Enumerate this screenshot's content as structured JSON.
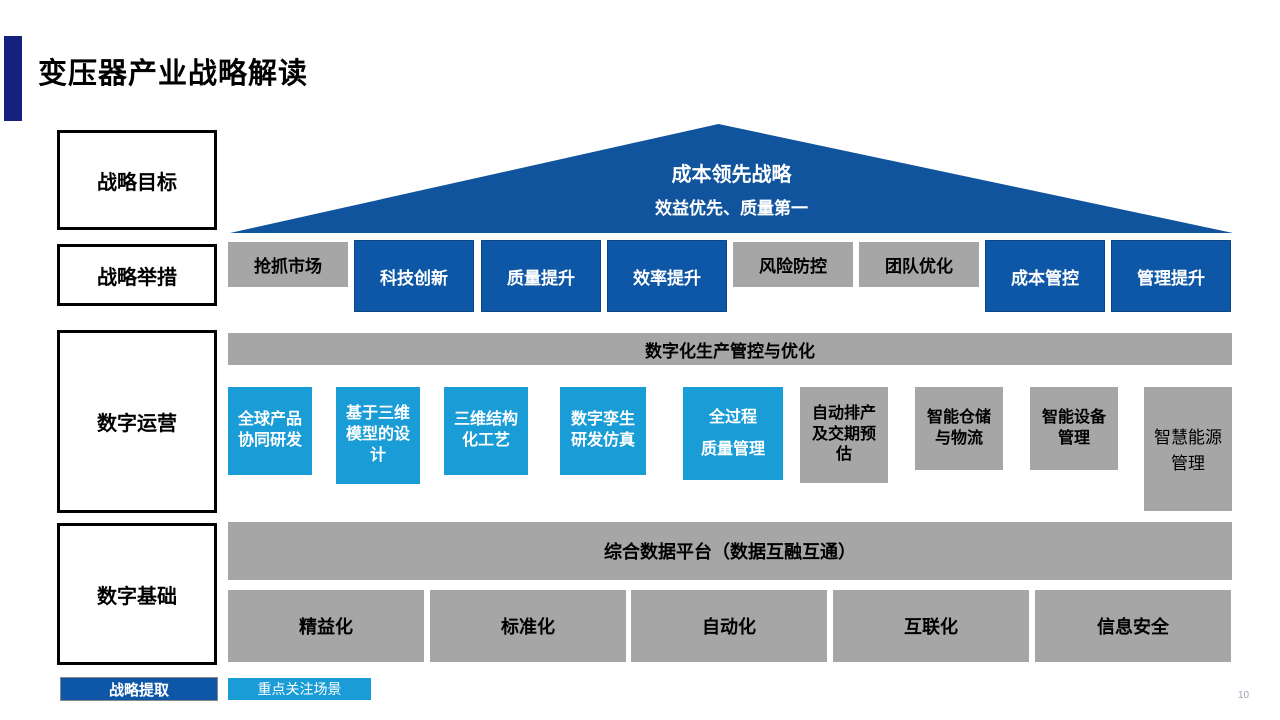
{
  "page": {
    "title": "变压器产业战略解读",
    "page_number": "10"
  },
  "colors": {
    "navy_accent": "#14217E",
    "pyramid_blue": "#11549E",
    "dark_blue": "#0D57A6",
    "light_blue": "#1A9CD7",
    "gray": "#A6A6A6"
  },
  "sidebar": {
    "goal": "战略目标",
    "measures": "战略举措",
    "operations": "数字运营",
    "foundation": "数字基础"
  },
  "pyramid": {
    "title": "成本领先战略",
    "subtitle": "效益优先、质量第一"
  },
  "measures": [
    {
      "label": "抢抓市场",
      "style": "gray"
    },
    {
      "label": "科技创新",
      "style": "blue"
    },
    {
      "label": "质量提升",
      "style": "blue"
    },
    {
      "label": "效率提升",
      "style": "blue"
    },
    {
      "label": "风险防控",
      "style": "gray"
    },
    {
      "label": "团队优化",
      "style": "gray"
    },
    {
      "label": "成本管控",
      "style": "blue"
    },
    {
      "label": "管理提升",
      "style": "blue"
    }
  ],
  "operations": {
    "bar_label": "数字化生产管控与优化",
    "boxes": [
      {
        "label": "全球产品\n协同研发",
        "style": "blue"
      },
      {
        "label": "基于三维\n模型的设\n计",
        "style": "blue"
      },
      {
        "label": "三维结构\n化工艺",
        "style": "blue"
      },
      {
        "label": "数字孪生\n研发仿真",
        "style": "blue"
      },
      {
        "label": "全过程\n质量管理",
        "style": "blue"
      },
      {
        "label": "自动排产\n及交期预\n估",
        "style": "gray"
      },
      {
        "label": "智能仓储\n与物流",
        "style": "gray"
      },
      {
        "label": "智能设备\n管理",
        "style": "gray"
      },
      {
        "label": "智慧能源\n管理",
        "style": "gray-serif"
      }
    ]
  },
  "foundation": {
    "bar_label": "综合数据平台（数据互融互通）",
    "boxes": [
      "精益化",
      "标准化",
      "自动化",
      "互联化",
      "信息安全"
    ]
  },
  "legend": [
    {
      "label": "战略提取",
      "style": "dark-blue"
    },
    {
      "label": "重点关注场景",
      "style": "light-blue"
    }
  ]
}
